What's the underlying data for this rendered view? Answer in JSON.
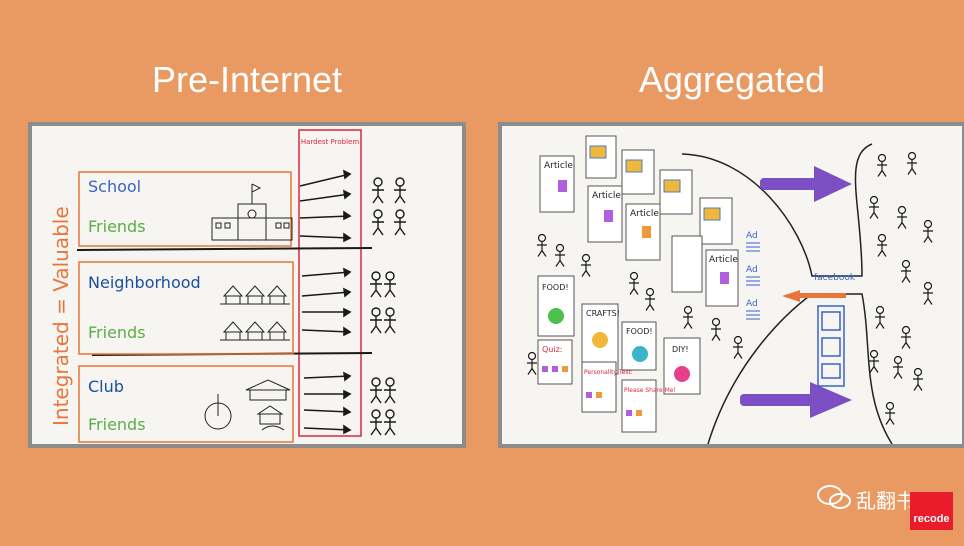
{
  "titles": {
    "left": "Pre-Internet",
    "right": "Aggregated"
  },
  "left_board": {
    "vertical_label": "Integrated = Valuable",
    "hardest_problem": "Hardest Problem",
    "groups": [
      {
        "name": "School",
        "friends": "Friends"
      },
      {
        "name": "Neighborhood",
        "friends": "Friends"
      },
      {
        "name": "Club",
        "friends": "Friends"
      }
    ]
  },
  "right_board": {
    "article_label": "Article",
    "ad_label": "Ad",
    "facebook_label": "facebook",
    "food_label": "FOOD!",
    "crafts_label": "CRAFTS!",
    "diy_label": "DIY!",
    "quiz_label": "Quiz:",
    "personality_label": "Personality Test:",
    "share_label": "Please Share Me!"
  },
  "watermark": {
    "text": "乱翻书",
    "badge": "recode"
  },
  "colors": {
    "background": "#e99a63",
    "orange_box": "#e8763a",
    "blue_text": "#3a63c8",
    "green_text": "#5aae44",
    "red_box": "#d9283d",
    "purple_arrow": "#7d4fc4"
  }
}
